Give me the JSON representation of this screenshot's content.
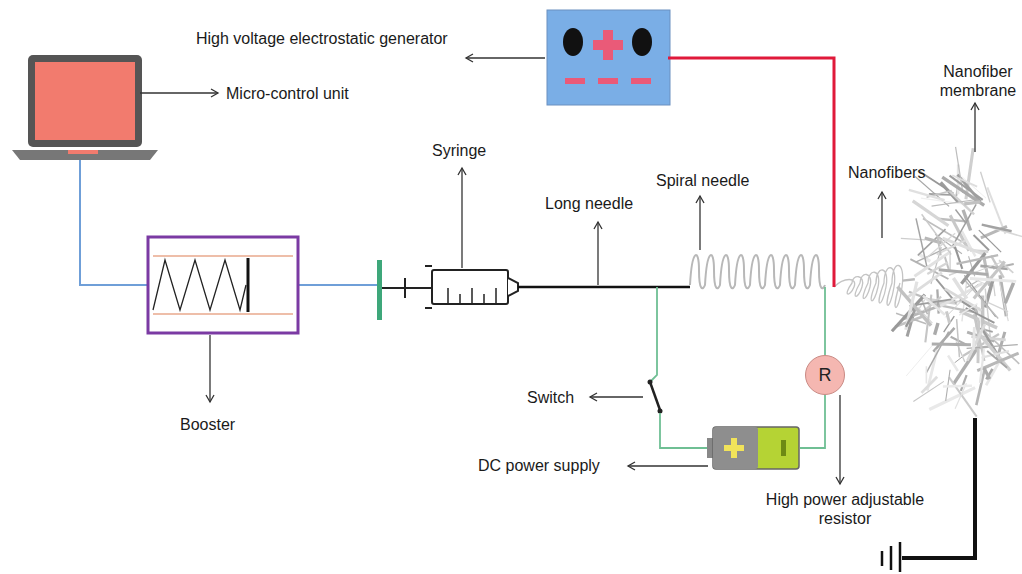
{
  "diagram": {
    "nodes": [
      {
        "text": [
          "R"
        ]
      }
    ],
    "labels": [
      "High voltage electrostatic generator",
      "Micro-control unit",
      "Syringe",
      "Long needle",
      "Spiral needle",
      "Nanofibers",
      "Nanofiber membrane",
      "Booster",
      "Switch",
      "DC power supply",
      "High power adjustable resistor"
    ]
  }
}
